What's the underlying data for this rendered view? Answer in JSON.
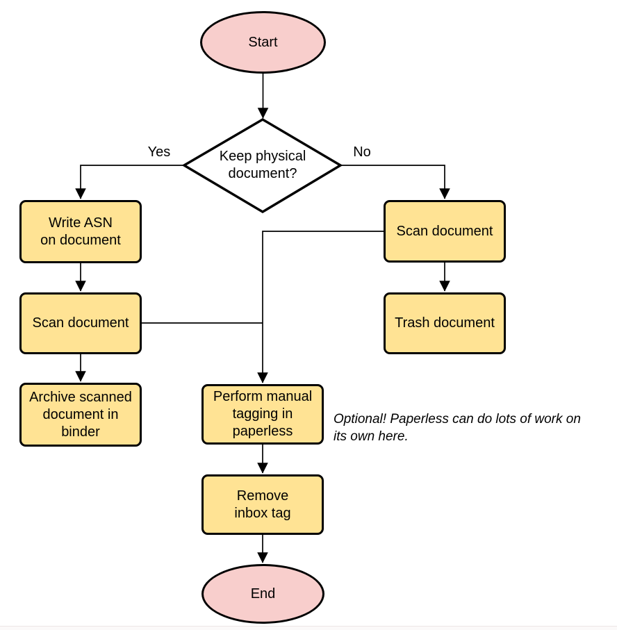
{
  "diagram": {
    "type": "flowchart",
    "colors": {
      "terminal_fill": "#f8cecc",
      "decision_fill": "#fcc89b",
      "process_fill": "#ffe394",
      "stroke": "#000000"
    },
    "nodes": {
      "start": {
        "label": "Start",
        "shape": "ellipse"
      },
      "decision": {
        "label": "Keep physical\ndocument?",
        "shape": "diamond"
      },
      "write_asn": {
        "label": "Write ASN\non document",
        "shape": "rect"
      },
      "scan_left": {
        "label": "Scan document",
        "shape": "rect"
      },
      "archive": {
        "label": "Archive scanned\ndocument in\nbinder",
        "shape": "rect"
      },
      "scan_right": {
        "label": "Scan document",
        "shape": "rect"
      },
      "trash": {
        "label": "Trash document",
        "shape": "rect"
      },
      "tagging": {
        "label": "Perform manual\ntagging in\npaperless",
        "shape": "rect"
      },
      "remove_inbox": {
        "label": "Remove\ninbox tag",
        "shape": "rect"
      },
      "end": {
        "label": "End",
        "shape": "ellipse"
      }
    },
    "edge_labels": {
      "yes": "Yes",
      "no": "No"
    },
    "edges": [
      {
        "from": "start",
        "to": "decision",
        "label": ""
      },
      {
        "from": "decision",
        "to": "write_asn",
        "label": "Yes"
      },
      {
        "from": "decision",
        "to": "scan_right",
        "label": "No"
      },
      {
        "from": "write_asn",
        "to": "scan_left",
        "label": ""
      },
      {
        "from": "scan_left",
        "to": "archive",
        "label": ""
      },
      {
        "from": "scan_right",
        "to": "trash",
        "label": ""
      },
      {
        "from": "scan_right",
        "to": "tagging",
        "label": ""
      },
      {
        "from": "scan_left",
        "to": "tagging",
        "label": ""
      },
      {
        "from": "tagging",
        "to": "remove_inbox",
        "label": ""
      },
      {
        "from": "remove_inbox",
        "to": "end",
        "label": ""
      }
    ],
    "annotation": "Optional! Paperless can do lots of work on\nits own here."
  }
}
